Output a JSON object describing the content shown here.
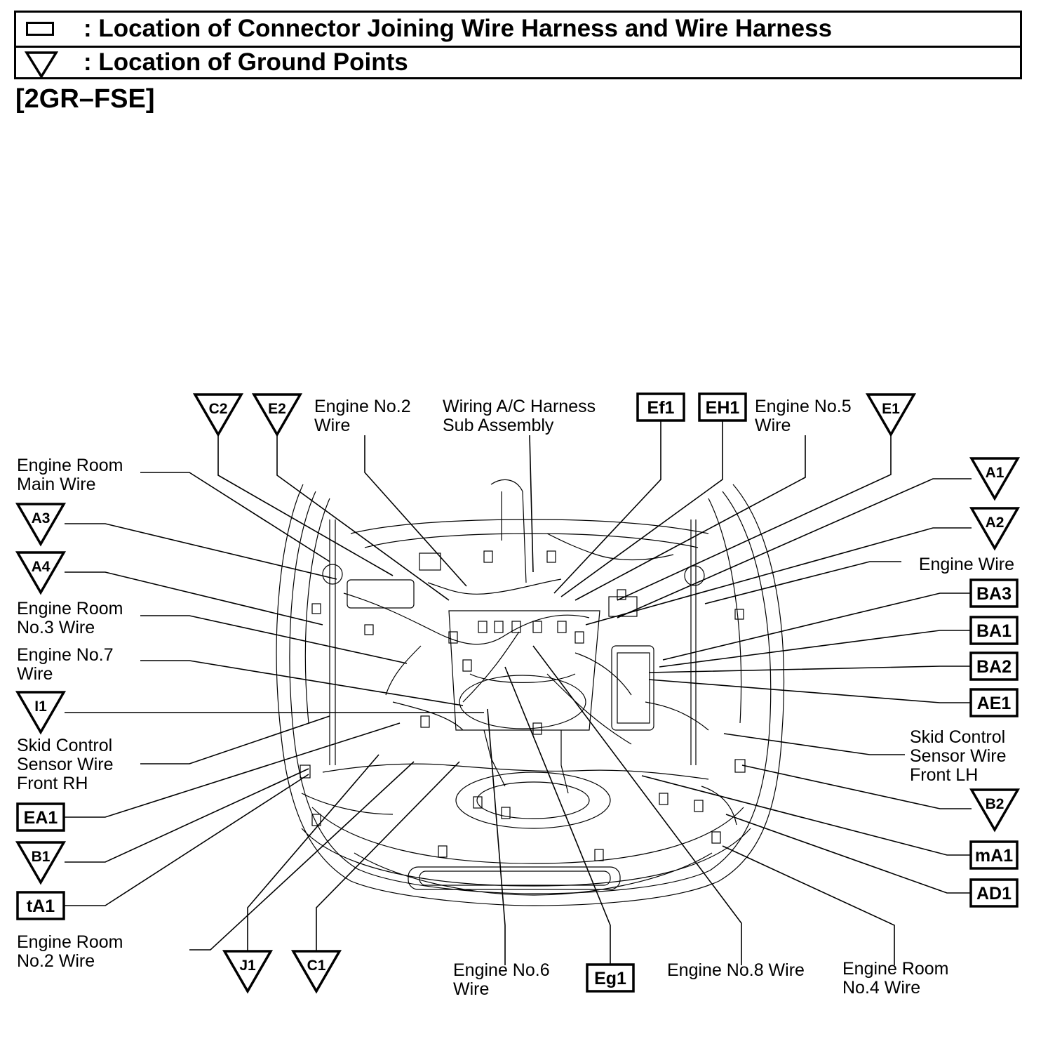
{
  "legend": {
    "connector_label": ": Location of Connector Joining Wire Harness and Wire Harness",
    "ground_label": ": Location of Ground Points"
  },
  "engine_model": "[2GR–FSE]",
  "connectors": [
    "Ef1",
    "EH1",
    "BA3",
    "BA1",
    "BA2",
    "AE1",
    "EA1",
    "tA1",
    "mA1",
    "AD1",
    "Eg1"
  ],
  "ground_points": [
    "C2",
    "E2",
    "E1",
    "A1",
    "A2",
    "A3",
    "A4",
    "I1",
    "B1",
    "B2",
    "J1",
    "C1"
  ],
  "wire_labels": [
    [
      "Engine No.2",
      "Wire"
    ],
    [
      "Wiring A/C Harness",
      "Sub Assembly"
    ],
    [
      "Engine No.5",
      "Wire"
    ],
    [
      "Engine Room",
      "Main Wire"
    ],
    [
      "Engine Wire"
    ],
    [
      "Engine Room",
      "No.3 Wire"
    ],
    [
      "Engine No.7",
      "Wire"
    ],
    [
      "Skid Control",
      "Sensor Wire",
      "Front RH"
    ],
    [
      "Skid Control",
      "Sensor Wire",
      "Front LH"
    ],
    [
      "Engine Room",
      "No.2 Wire"
    ],
    [
      "Engine No.6",
      "Wire"
    ],
    [
      "Engine No.8 Wire"
    ],
    [
      "Engine Room",
      "No.4 Wire"
    ]
  ]
}
